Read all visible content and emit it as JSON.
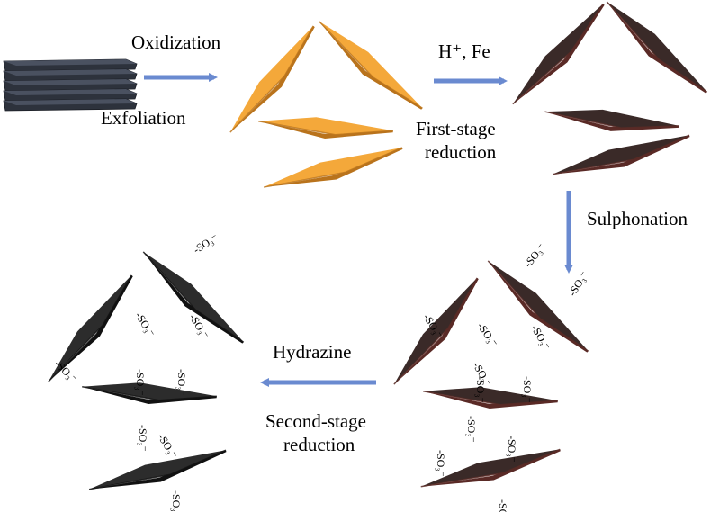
{
  "steps": {
    "oxidization": "Oxidization",
    "exfoliation": "Exfoliation",
    "h_fe": "H⁺, Fe",
    "first_stage_1": "First-stage",
    "first_stage_2": "reduction",
    "sulphonation": "Sulphonation",
    "hydrazine": "Hydrazine",
    "second_stage_1": "Second-stage",
    "second_stage_2": "reduction"
  },
  "group_label": "-SO₃⁻",
  "colors": {
    "arrow": "#6a8ad0",
    "graphite_top": "#4a5160",
    "graphite_side": "#2d323c",
    "graphene_oxide_top": "#f4a83a",
    "graphene_oxide_side": "#b9731c",
    "reduced_top": "#3a2a28",
    "reduced_side": "#5a2a26",
    "final_top": "#2c2c2c",
    "final_side": "#111111"
  }
}
